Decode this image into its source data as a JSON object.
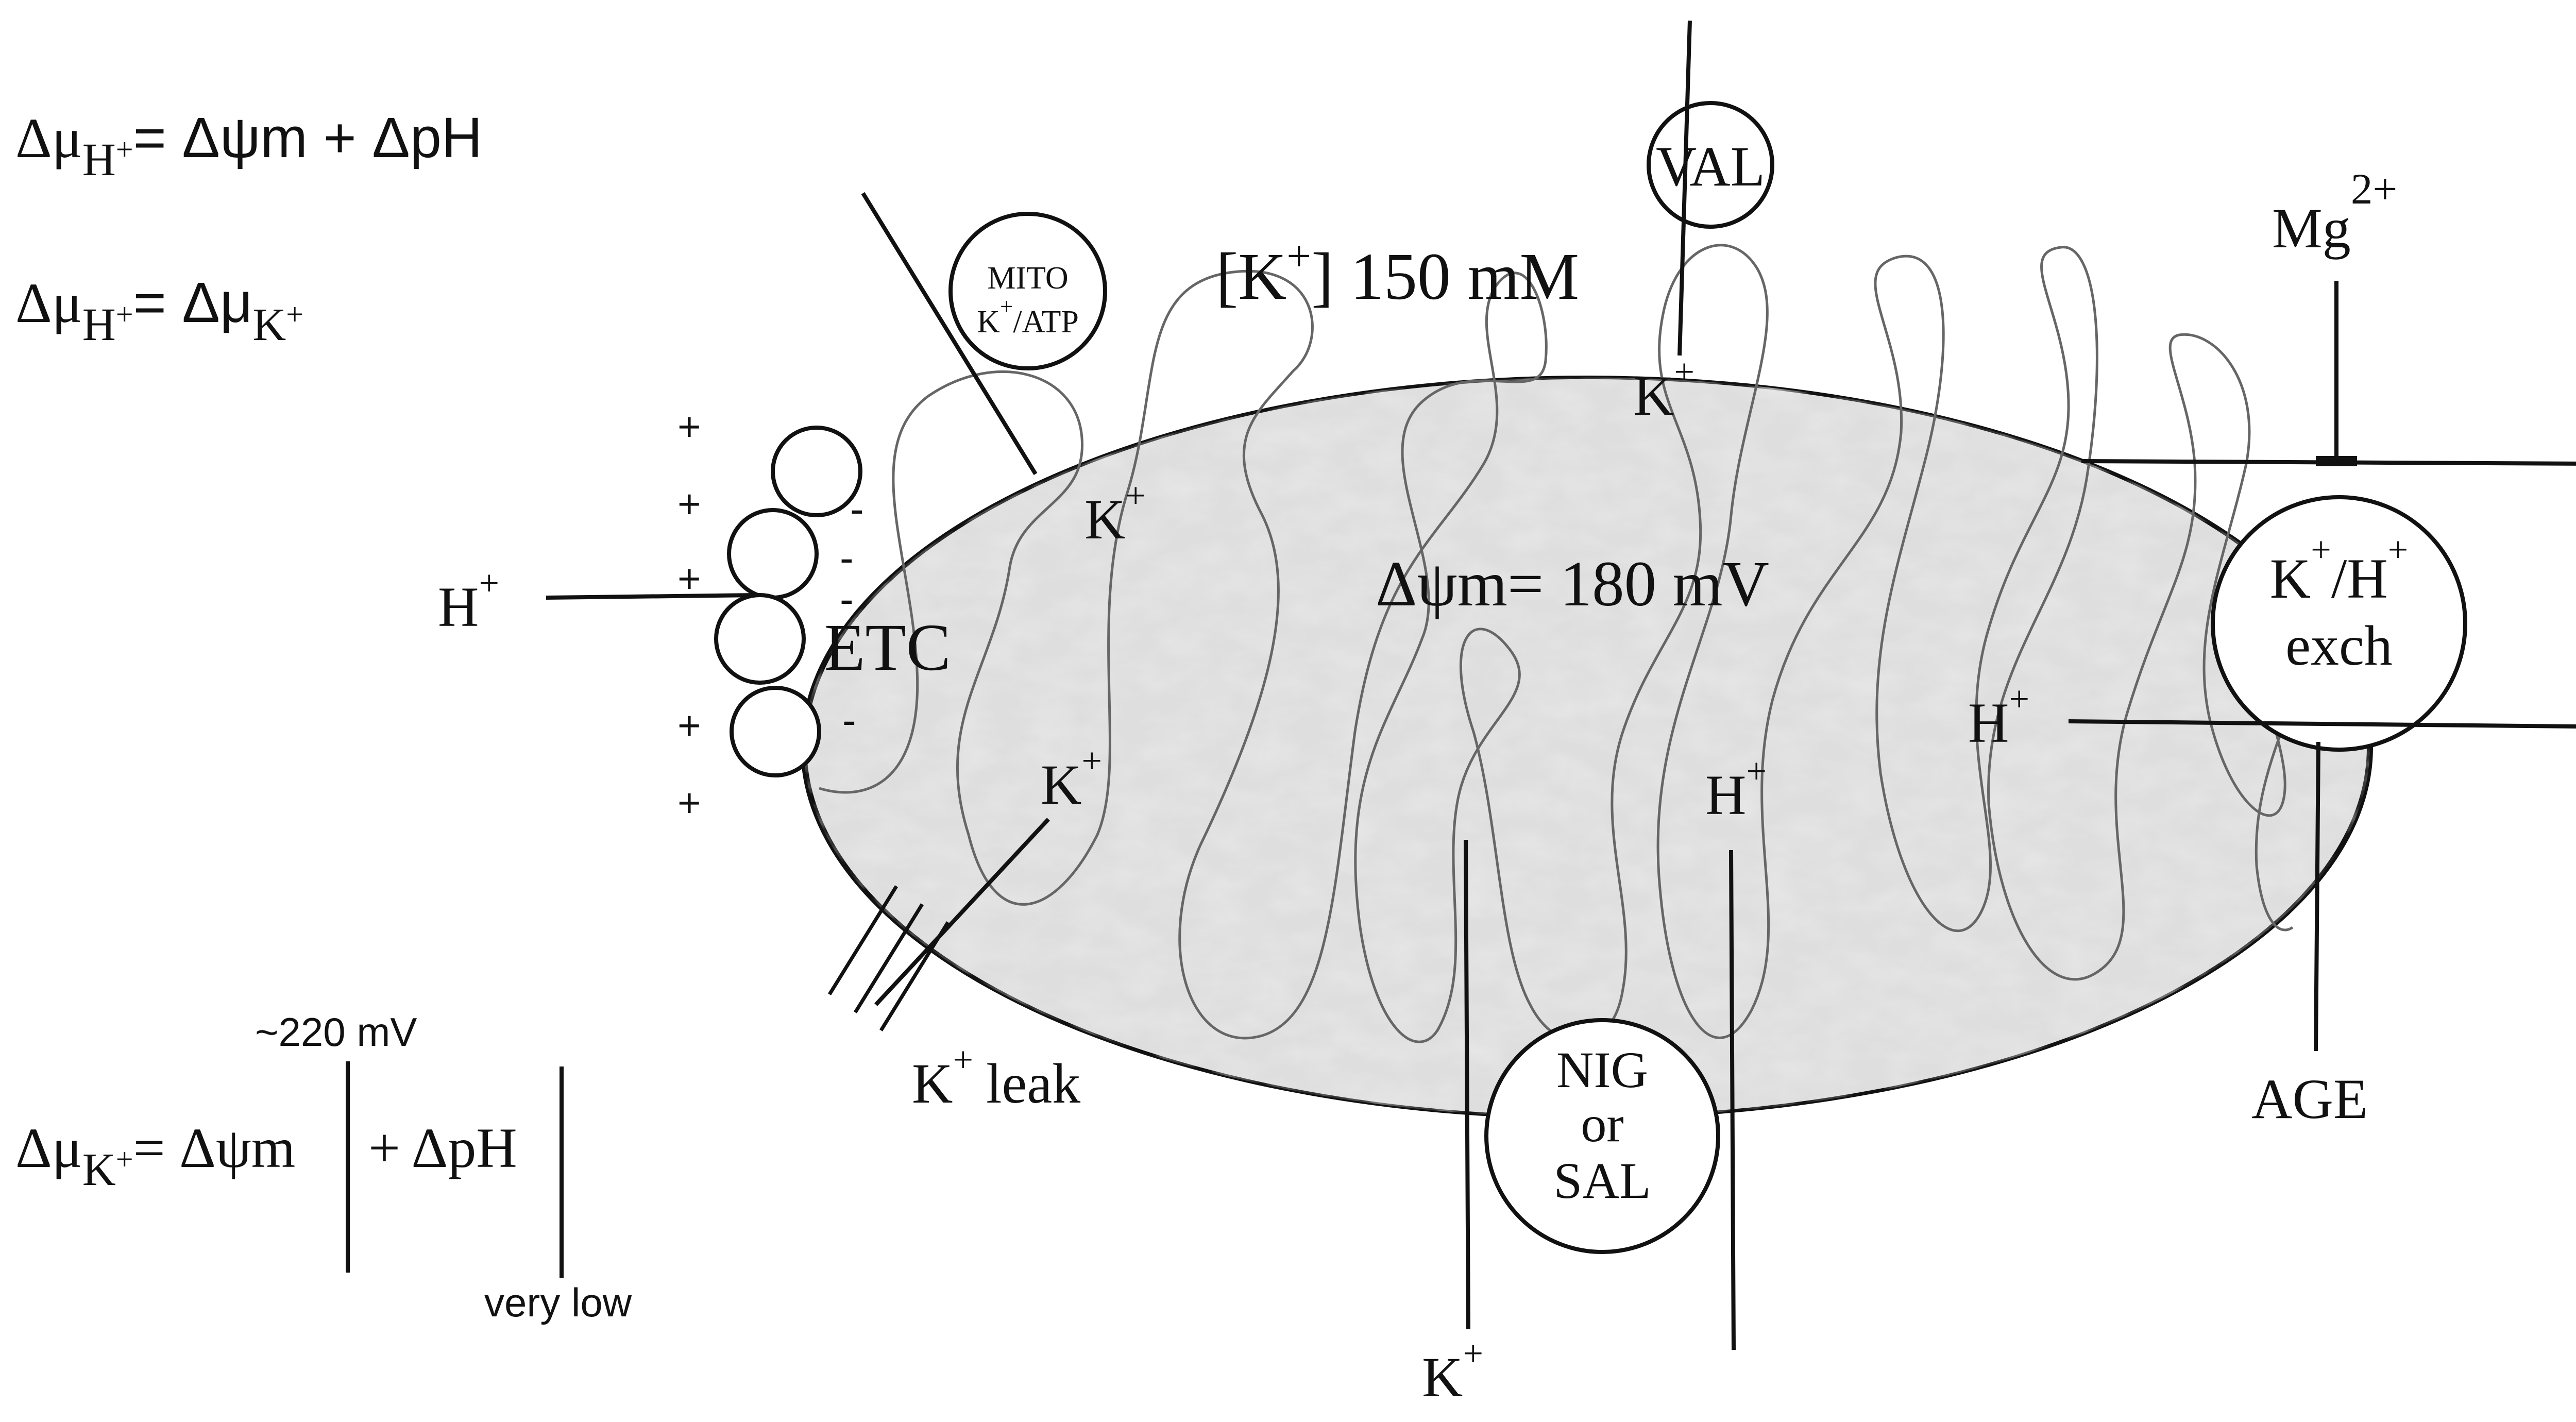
{
  "equations": {
    "eq1": {
      "delta_mu": "Δμ",
      "sub_h": "H",
      "sup_plus": "+",
      "rhs": "= Δψm + ΔpH"
    },
    "eq2": {
      "delta_mu": "Δμ",
      "sub_h": "H",
      "sup_plus": "+",
      "rhs_a": "= Δμ",
      "sub_k": "K",
      "sup_plus2": "+"
    },
    "eq3": {
      "delta_mu": "Δμ",
      "sub_k": "K",
      "sup_plus": "+",
      "rhs_a": "= Δψm",
      "rhs_b": "+ ΔpH",
      "up_label": "~220 mV",
      "down_label": "very low"
    }
  },
  "labels": {
    "k_conc": "[K",
    "k_conc_sup": "+",
    "k_conc_rest": "] 150 mM",
    "delta_psi": "Δψm= 180 mV",
    "etc": "ETC",
    "h": "H",
    "k": "K",
    "plus": "+",
    "minus": "-",
    "mg": "Mg",
    "mg_sup": "2+",
    "k_leak": "leak",
    "age": "AGE"
  },
  "transporters": {
    "mito_line1": "MITO",
    "mito_k": "K",
    "mito_sup": "+",
    "mito_rest": "/ATP",
    "val": "VAL",
    "nig_line1": "NIG",
    "nig_line2": "or",
    "nig_line3": "SAL",
    "exch_k": "K",
    "exch_slash": "/H",
    "exch_line2": "exch"
  },
  "colors": {
    "matrix_fill": "#dcdcdc",
    "stroke": "#111111",
    "cristae": "#666666"
  }
}
